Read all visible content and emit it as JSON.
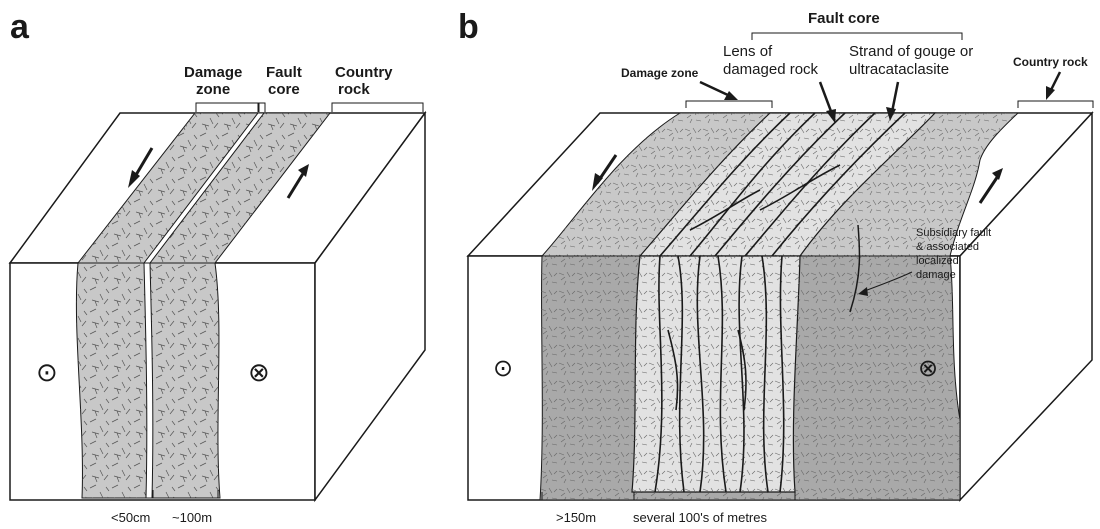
{
  "panel_a": {
    "letter": "a",
    "labels": {
      "damage_zone_1": "Damage",
      "damage_zone_2": "zone",
      "fault_core_1": "Fault",
      "fault_core_2": "core",
      "country_rock_1": "Country",
      "country_rock_2": "rock"
    },
    "dimensions": {
      "core_width": "<50cm",
      "damage_width": "~100m"
    },
    "symbols": {
      "out_of_page": "⊙",
      "into_page": "⊗"
    }
  },
  "panel_b": {
    "letter": "b",
    "labels": {
      "fault_core": "Fault core",
      "lens_1": "Lens of",
      "lens_2": "damaged rock",
      "strand_1": "Strand of gouge or",
      "strand_2": "ultracataclasite",
      "damage_zone": "Damage zone",
      "country_rock": "Country rock",
      "subsidiary_1": "Subsidiary fault",
      "subsidiary_2": "& associated",
      "subsidiary_3": "localized",
      "subsidiary_4": "damage"
    },
    "dimensions": {
      "damage_width": ">150m",
      "core_width": "several 100's of metres"
    },
    "symbols": {
      "out_of_page": "⊙",
      "into_page": "⊗"
    }
  },
  "colors": {
    "damage_zone": "#c8c8c8",
    "damage_zone_dark": "#a9a9a9",
    "fault_core": "#e2e2e2",
    "country_rock": "#ffffff",
    "outline": "#1a1a1a"
  }
}
